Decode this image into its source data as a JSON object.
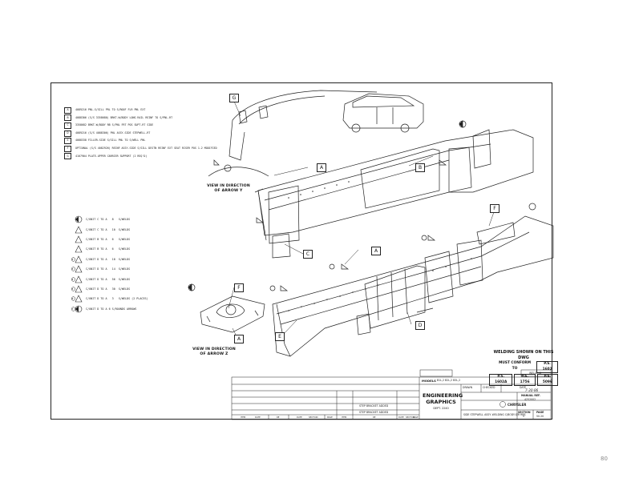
{
  "legend": [
    {
      "key": "A",
      "text": "4089216 PNL-S/SILL PRL TO S/ROOF FLR PNL EXT"
    },
    {
      "key": "B",
      "text": "4088306 (S/S 3358680) BRKT-W/BODY LONG RAIL REINF TO S/PNL-RT"
    },
    {
      "key": "C",
      "text": "3358682 BRKT-W/BODY RB S/PNL FRT POS SUPT-RT SIDE"
    },
    {
      "key": "D",
      "text": "4089216 (S/S 4088306) PNL ASSY-SIDE STEPWELL-RT"
    },
    {
      "key": "E",
      "text": "4088338 FILLER-SIDE S/SILL PNL TO S/WELL PNL"
    },
    {
      "key": "F",
      "text": "OPTIONAL (S/S 4082926) REINF ASSY-SIDE S/SILL DESTN REINF EXT SEAT RISER POS 1-2 MODIFIED"
    },
    {
      "key": "G",
      "text": "4107904 PLATE-UPPER CARRIER SUPPORT (2 REQ'D)"
    }
  ],
  "welds": [
    {
      "sym": "solid",
      "text": "C/UNIT C TO A   8   S/WELDS"
    },
    {
      "sym": "flag",
      "text": "C/UNIT C TO A   10  S/WELDS"
    },
    {
      "sym": "flag",
      "text": "C/UNIT B TO A   6   S/WELDS"
    },
    {
      "sym": "flag",
      "text": "C/UNIT B TO A   6   S/WELDS"
    },
    {
      "sym": "flag-num",
      "num": "2",
      "text": "C/UNIT D TO A   18  S/WELDS"
    },
    {
      "sym": "flag-num",
      "num": "3",
      "text": "C/UNIT D TO A   14  S/WELDS"
    },
    {
      "sym": "flag-num",
      "num": "4",
      "text": "C/UNIT D TO A   56  S/WELDS"
    },
    {
      "sym": "flag-num",
      "num": "5",
      "text": "C/UNIT D TO A   30  S/WELDS"
    },
    {
      "sym": "flag-num",
      "num": "6",
      "text": "C/UNIT D TO A   3   S/WELDS (2 PLACES)"
    },
    {
      "sym": "solid-num",
      "num": "7",
      "text": "C/UNIT D TO A 6 S/ROUNDS ARROWS"
    }
  ],
  "views": {
    "view1": "VIEW IN DIRECTION\nOF ARROW Y",
    "view2": "VIEW IN DIRECTION\nOF ARROW Z"
  },
  "callouts": {
    "A": "A",
    "B": "B",
    "C": "C",
    "D": "D",
    "E": "E",
    "F": "F",
    "G": "G"
  },
  "weld_note": {
    "line1": "WELDING SHOWN ON THIS DWG",
    "line2": "MUST CONFORM TO",
    "specs": [
      "P.S. 1602",
      "P.S. 1602A",
      "P.S. 1756",
      "P.S. 5096"
    ]
  },
  "title_block": {
    "sheet_tag": "WELDING",
    "models": "MODELS",
    "model_codes": "B1L,2   B2L,2   B3L,2",
    "eng_graphics": "ENGINEERING\nGRAPHICS",
    "dept": "DEPT. 2240",
    "drawn": "DRAWN",
    "checked": "CHECKED",
    "date_label": "DATE",
    "date": "7-30-86",
    "manual_ref_label": "MANUAL REF.",
    "manual_ref": "4252002",
    "title": "SIDE STEPWELL ASSY. WELDING C/BODY-S/R RBS",
    "section_label": "SECTION",
    "section": "5",
    "page_label": "PAGE",
    "page": "50.20",
    "brand": "CHRYSLER",
    "revision_1": "STEP BRACKET ADDED",
    "revision_2": "STEP BRACKET ADDED",
    "col_heads": [
      "ITEM",
      "DATE",
      "RE",
      "DATE",
      "SECTION",
      "PAGE",
      "ITEM",
      "RE",
      "DATE",
      "SECTION",
      "PAGE"
    ]
  },
  "page_number": "80"
}
